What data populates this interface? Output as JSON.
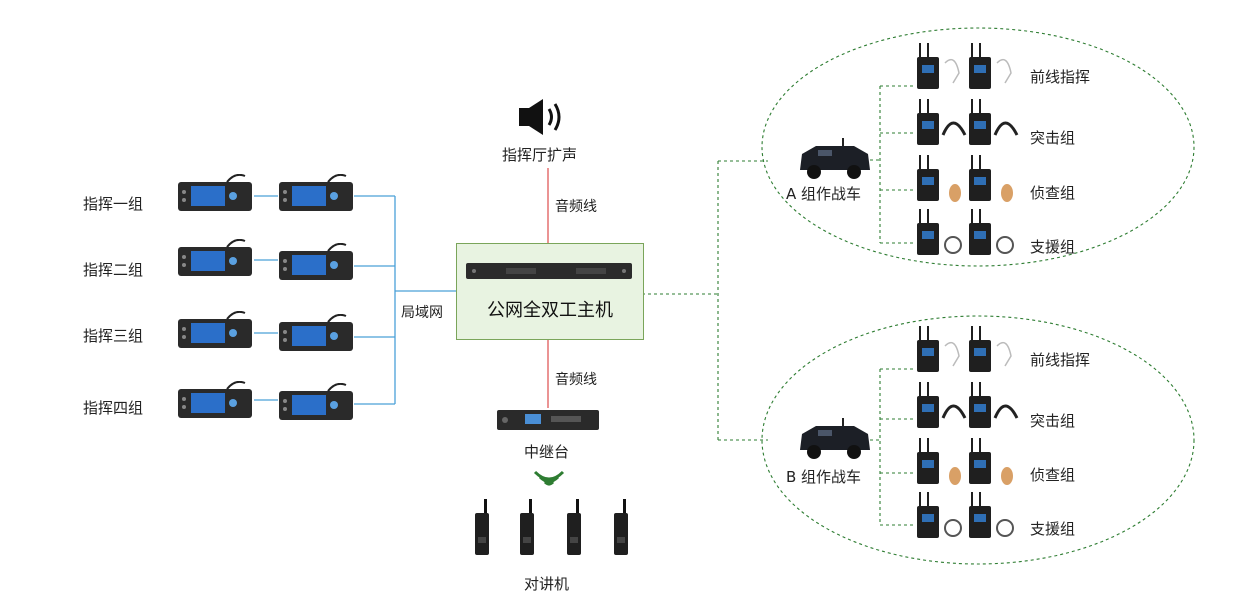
{
  "groups": [
    "指挥一组",
    "指挥二组",
    "指挥三组",
    "指挥四组"
  ],
  "labels": {
    "lan": "局域网",
    "audio_top": "音频线",
    "audio_bottom": "音频线",
    "speaker": "指挥厅扩声",
    "host": "公网全双工主机",
    "repeater": "中继台",
    "walkie": "对讲机"
  },
  "vehicles": [
    {
      "name": "A 组作战车",
      "teams": [
        "前线指挥",
        "突击组",
        "侦查组",
        "支援组"
      ]
    },
    {
      "name": "B 组作战车",
      "teams": [
        "前线指挥",
        "突击组",
        "侦查组",
        "支援组"
      ]
    }
  ],
  "icons": [
    "speaker-icon",
    "wifi-signal-icon",
    "walkie-talkie-icon",
    "armored-vehicle-icon",
    "radio-pack-icon",
    "headset-icon",
    "earpiece-icon"
  ],
  "colors": {
    "lan_line": "#4aa0d8",
    "audio_line": "#e05a5a",
    "group_link": "#2e7d32",
    "host_fill": "#e8f3e1",
    "host_border": "#7aa55a"
  }
}
